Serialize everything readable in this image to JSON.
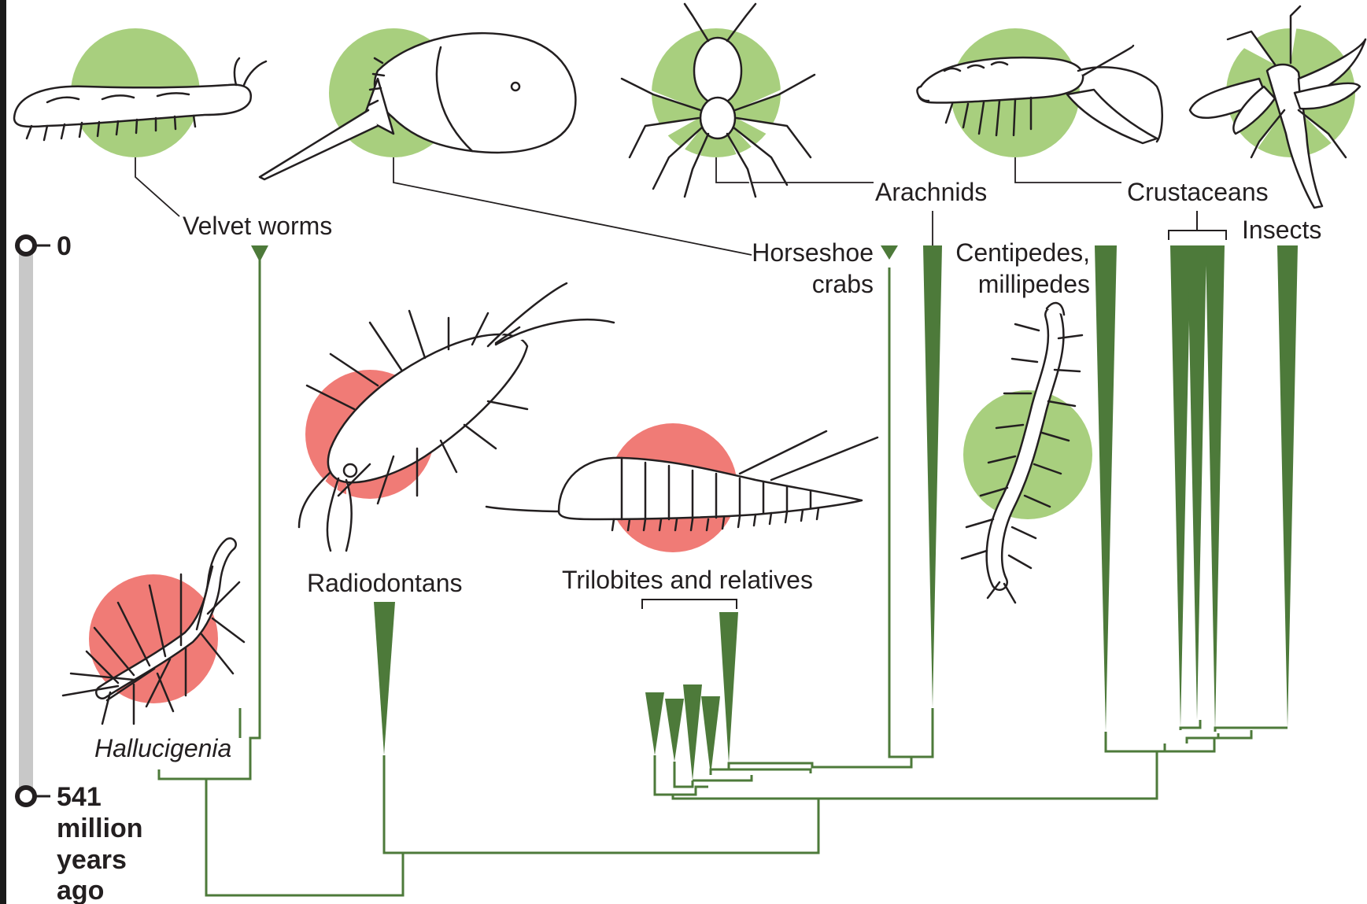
{
  "colors": {
    "branch": "#4d7a3a",
    "living": "#a8cf7e",
    "extinct": "#f07b76",
    "timescale": "#c8c8c8",
    "ink": "#231f20"
  },
  "timescale": {
    "top_label": "0",
    "bottom_label_lines": [
      "541",
      "million",
      "years",
      "ago"
    ]
  },
  "groups": [
    {
      "id": "velvet",
      "label": "Velvet worms",
      "status": "living",
      "icon": "velvet-worm-icon"
    },
    {
      "id": "horseshoe",
      "label_lines": [
        "Horseshoe",
        "crabs"
      ],
      "status": "living",
      "icon": "horseshoe-crab-icon"
    },
    {
      "id": "arachnids",
      "label": "Arachnids",
      "status": "living",
      "icon": "spider-icon"
    },
    {
      "id": "crustaceans",
      "label": "Crustaceans",
      "status": "living",
      "icon": "lobster-icon"
    },
    {
      "id": "insects",
      "label": "Insects",
      "status": "living",
      "icon": "wasp-icon"
    },
    {
      "id": "myriapods",
      "label_lines": [
        "Centipedes,",
        "millipedes"
      ],
      "status": "living",
      "icon": "centipede-icon"
    },
    {
      "id": "radiodontans",
      "label": "Radiodontans",
      "status": "extinct",
      "icon": "radiodontan-icon"
    },
    {
      "id": "trilobites",
      "label": "Trilobites and relatives",
      "status": "extinct",
      "icon": "trilobite-icon"
    },
    {
      "id": "hallucigenia",
      "label": "Hallucigenia",
      "status": "extinct",
      "icon": "hallucigenia-icon"
    }
  ]
}
